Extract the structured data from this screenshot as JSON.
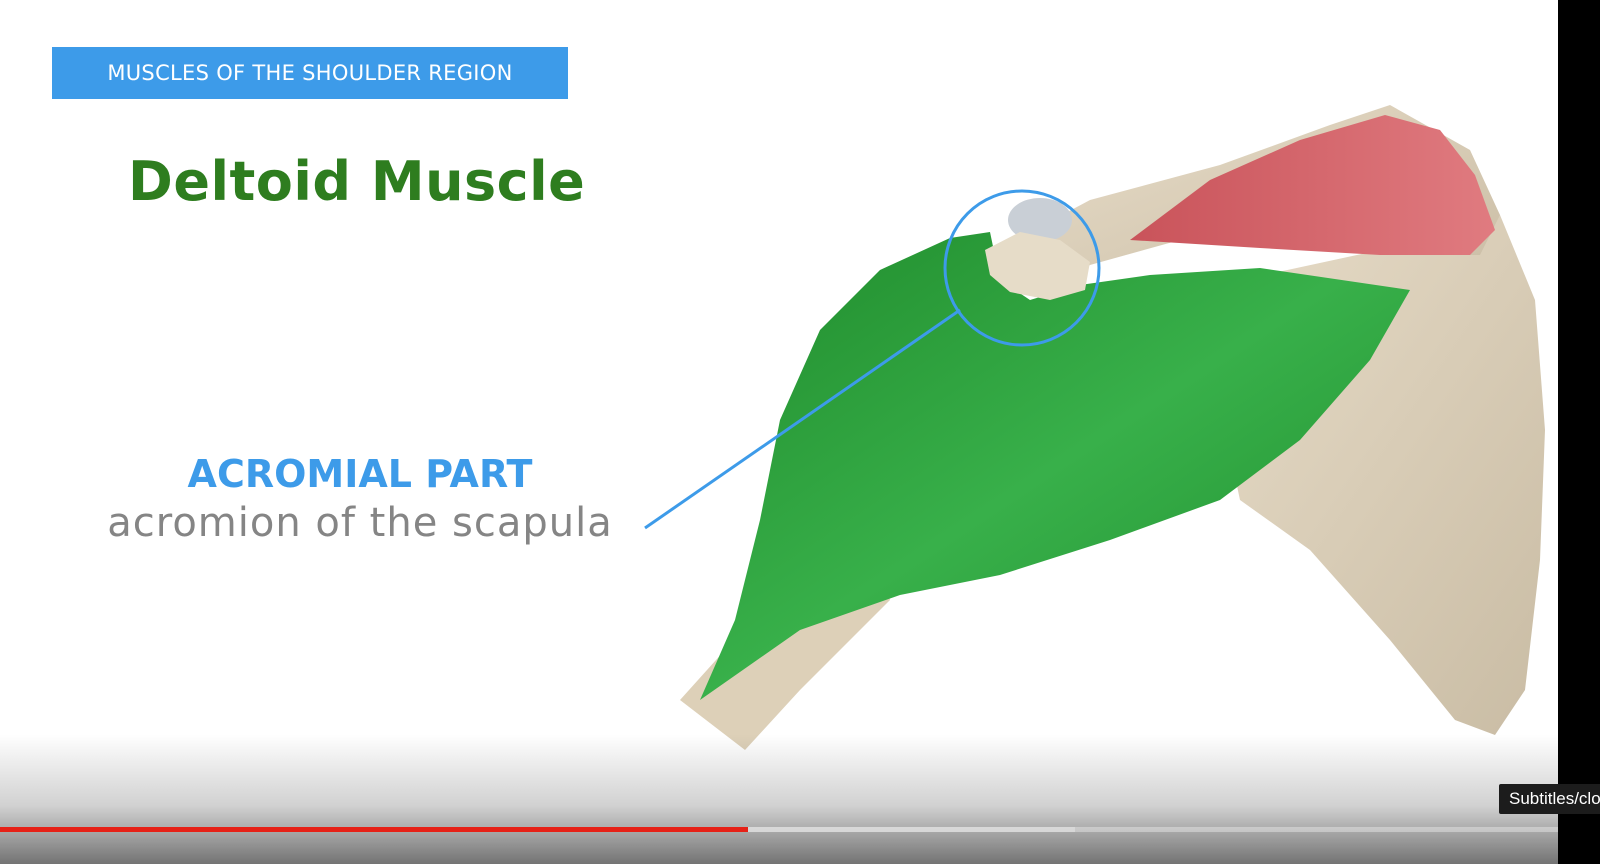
{
  "video": {
    "badge_text": "MUSCLES OF THE SHOULDER REGION",
    "title": "Deltoid Muscle",
    "part_label": "ACROMIAL PART",
    "origin_label": "acromion of the scapula"
  },
  "player": {
    "played_fraction": 0.48,
    "buffered_fraction": 0.69,
    "tooltip_text": "Subtitles/closed captions"
  },
  "colors": {
    "muscle_highlight": "#2e9e3a",
    "accent_blue": "#3d9be9",
    "progress_red": "#e62117"
  }
}
